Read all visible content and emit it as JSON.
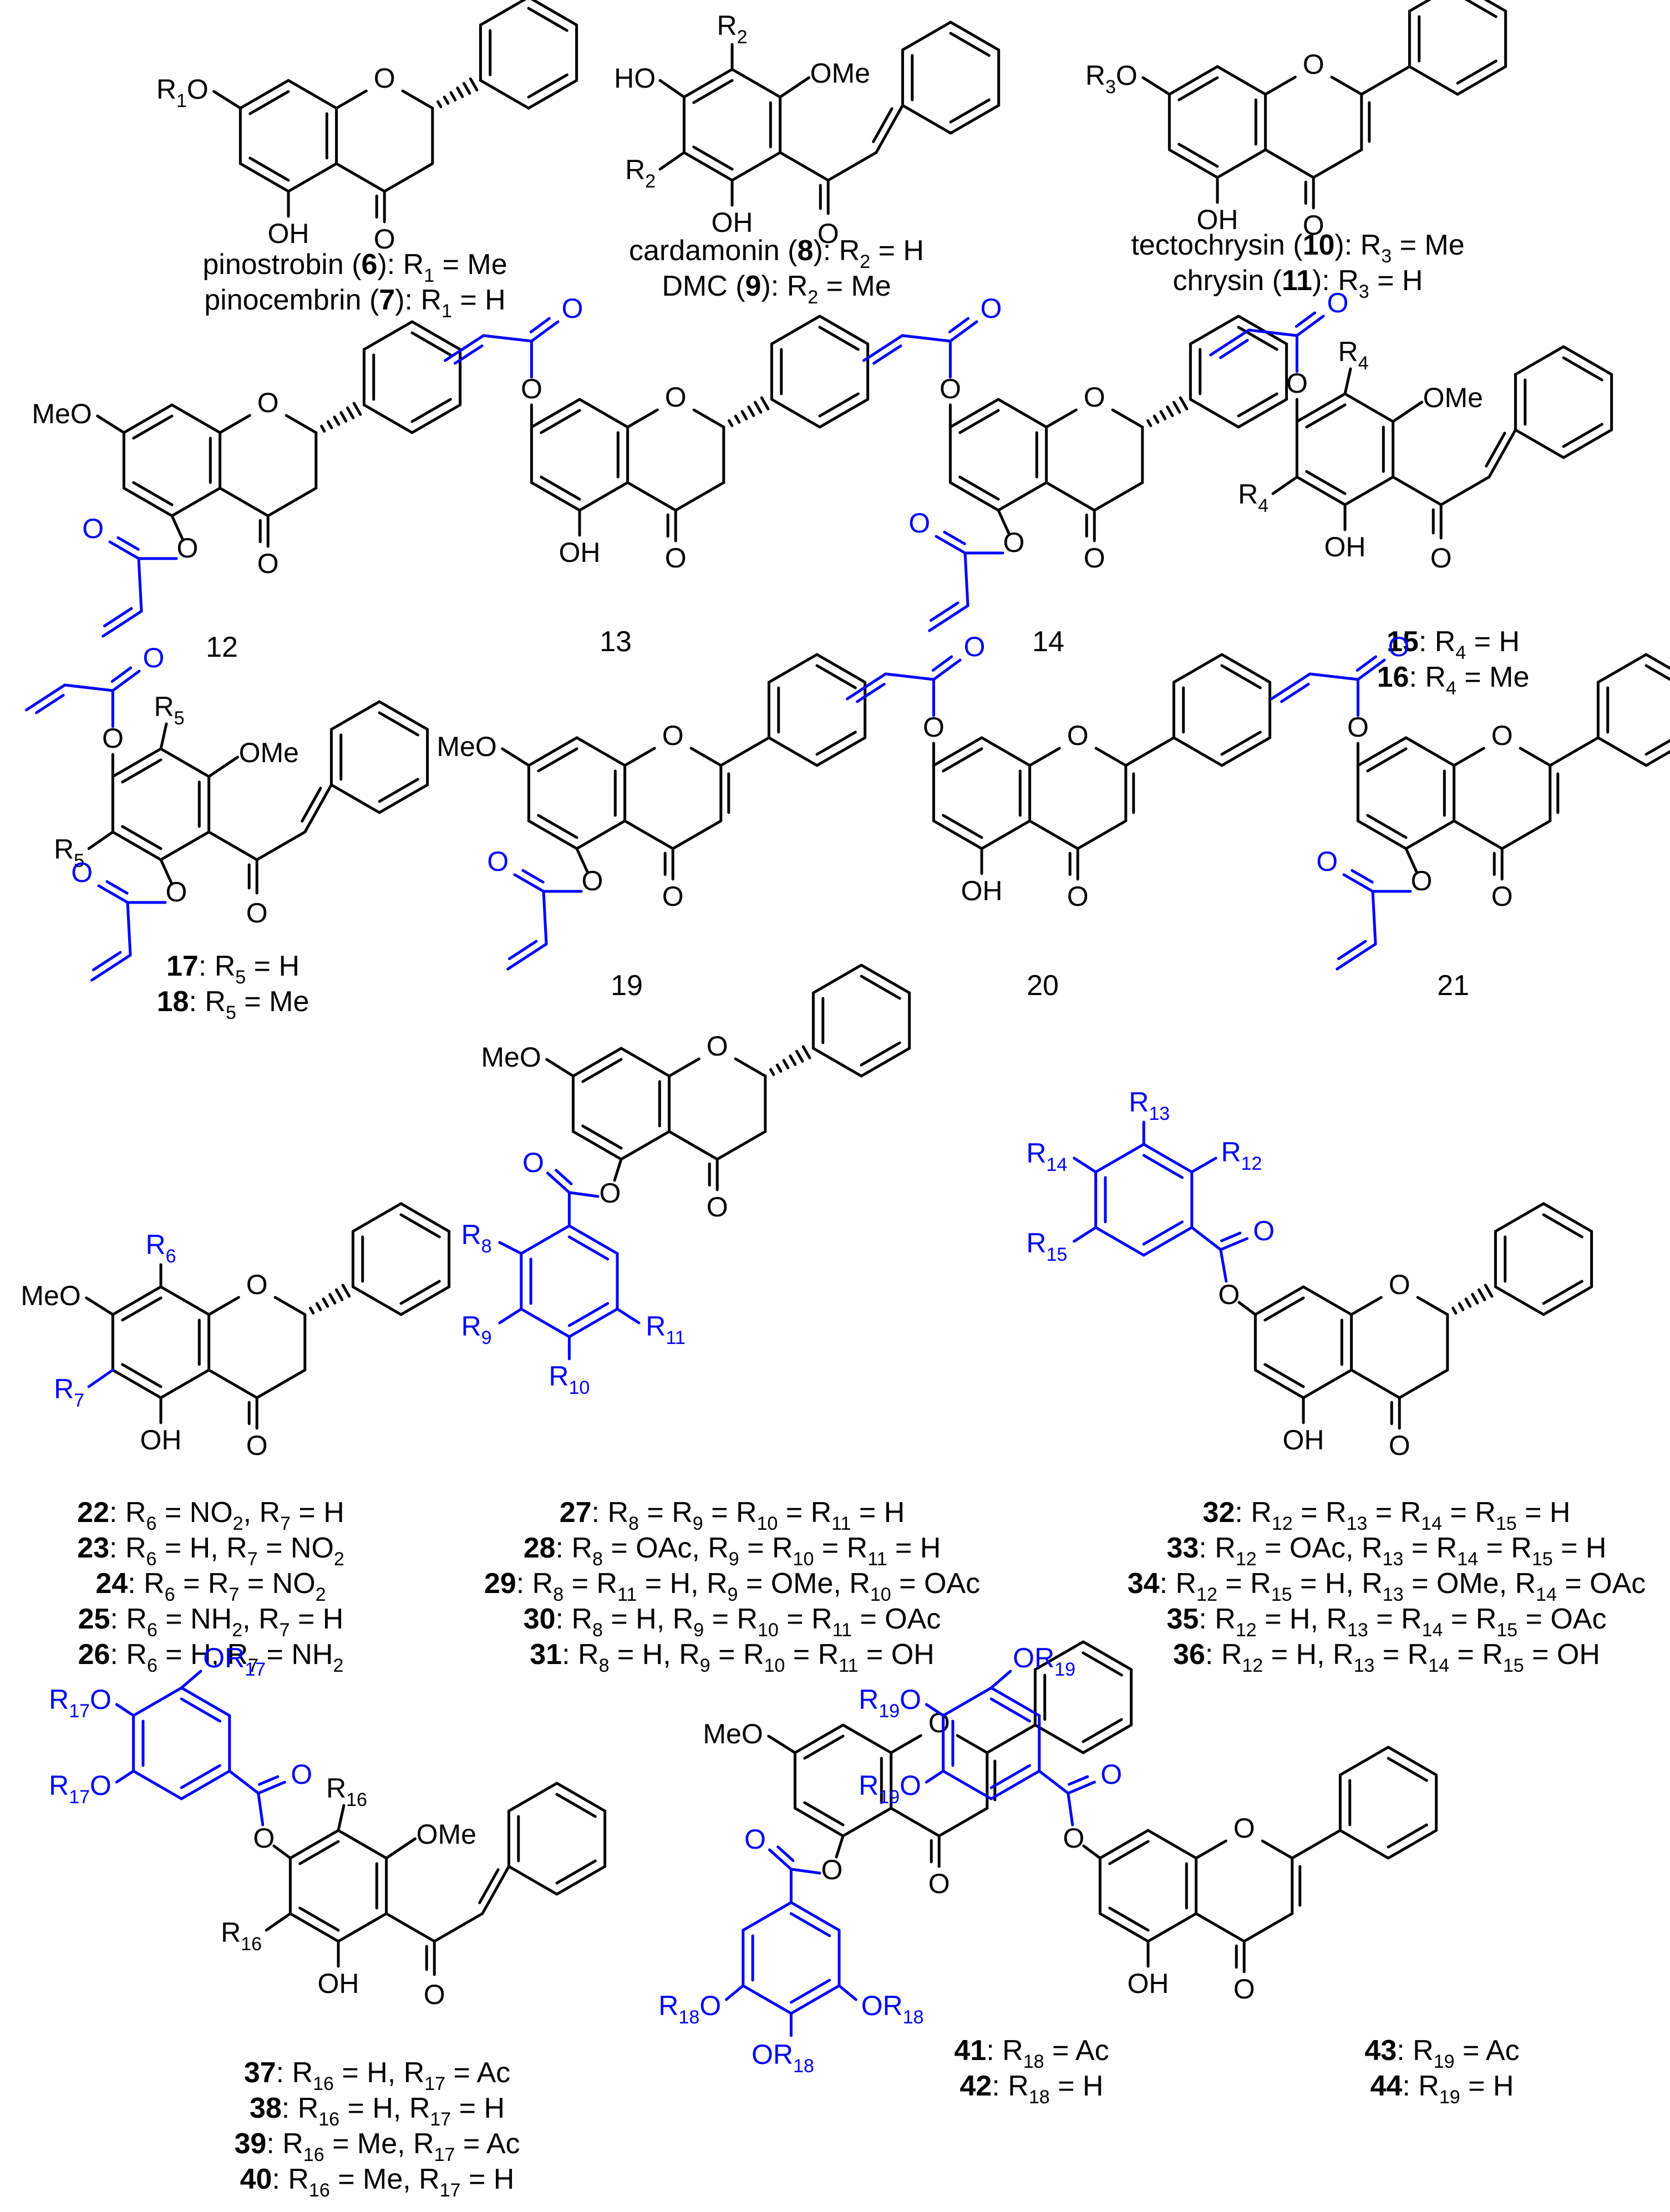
{
  "colors": {
    "core": "#000000",
    "modification": "#0000ff",
    "background": "#ffffff"
  },
  "compounds": [
    {
      "id": "c6_7",
      "core": "flavanone",
      "caption": [
        "pinostrobin (6): R1 = Me",
        "pinocembrin (7): R1 = H"
      ]
    },
    {
      "id": "c8_9",
      "core": "chalcone",
      "caption": [
        "cardamonin (8): R2 = H",
        "DMC (9): R2 = Me"
      ]
    },
    {
      "id": "c10_11",
      "core": "flavone",
      "caption": [
        "tectochrysin (10): R3 = Me",
        "chrysin (11): R3 = H"
      ]
    },
    {
      "id": "c12",
      "core": "flavanone",
      "caption": [
        "12"
      ]
    },
    {
      "id": "c13",
      "core": "flavanone",
      "caption": [
        "13"
      ]
    },
    {
      "id": "c14",
      "core": "flavanone",
      "caption": [
        "14"
      ]
    },
    {
      "id": "c15_16",
      "core": "chalcone",
      "caption": [
        "15: R4 = H",
        "16: R4 = Me"
      ]
    },
    {
      "id": "c17_18",
      "core": "chalcone",
      "caption": [
        "17: R5 = H",
        "18: R5 = Me"
      ]
    },
    {
      "id": "c19",
      "core": "flavone",
      "caption": [
        "19"
      ]
    },
    {
      "id": "c20",
      "core": "flavone",
      "caption": [
        "20"
      ]
    },
    {
      "id": "c21",
      "core": "flavone",
      "caption": [
        "21"
      ]
    },
    {
      "id": "c22_26",
      "core": "flavanone",
      "caption": [
        "22: R6 = NO2, R7 = H",
        "23: R6 = H, R7 = NO2",
        "24: R6 = R7 = NO2",
        "25: R6 = NH2, R7 = H",
        "26: R6 = H, R7 = NH2"
      ]
    },
    {
      "id": "c27_31",
      "core": "flavanone",
      "caption": [
        "27: R8 = R9 = R10 = R11 = H",
        "28: R8 = OAc, R9 = R10 = R11 = H",
        "29: R8 = R11 = H, R9 = OMe, R10 = OAc",
        "30: R8 = H, R9 = R10 = R11 = OAc",
        "31: R8 = H, R9 = R10 = R11 = OH"
      ]
    },
    {
      "id": "c32_36",
      "core": "flavanone",
      "caption": [
        "32: R12 = R13 = R14 = R15 = H",
        "33: R12 = OAc, R13 = R14 = R15 = H",
        "34: R12 = R15 = H, R13 = OMe, R14 = OAc",
        "35: R12 = H, R13 = R14 = R15 = OAc",
        "36: R12 = H, R13 = R14 = R15 = OH"
      ]
    },
    {
      "id": "c37_40",
      "core": "chalcone",
      "caption": [
        "37: R16 = H, R17 = Ac",
        "38: R16 = H, R17 = H",
        "39: R16 = Me, R17 = Ac",
        "40: R16 = Me, R17 = H"
      ]
    },
    {
      "id": "c41_42",
      "core": "flavone",
      "caption": [
        "41: R18 = Ac",
        "42: R18 = H"
      ]
    },
    {
      "id": "c43_44",
      "core": "flavone",
      "caption": [
        "43: R19 = Ac",
        "44: R19 = H"
      ]
    }
  ],
  "atoms": {
    "O": "O",
    "OH": "OH",
    "MeO": "MeO",
    "OMe": "OMe",
    "HO": "HO",
    "R1O": "R1O",
    "R3O": "R3O",
    "R2": "R2",
    "R4": "R4",
    "R5": "R5",
    "R6": "R6",
    "R7": "R7",
    "R8": "R8",
    "R9": "R9",
    "R10": "R10",
    "R11": "R11",
    "R12": "R12",
    "R13": "R13",
    "R14": "R14",
    "R15": "R15",
    "R16": "R16",
    "OR17": "OR17",
    "R17O": "R17O",
    "OR18": "OR18",
    "R18O": "R18O",
    "OR19": "OR19",
    "R19O": "R19O"
  }
}
